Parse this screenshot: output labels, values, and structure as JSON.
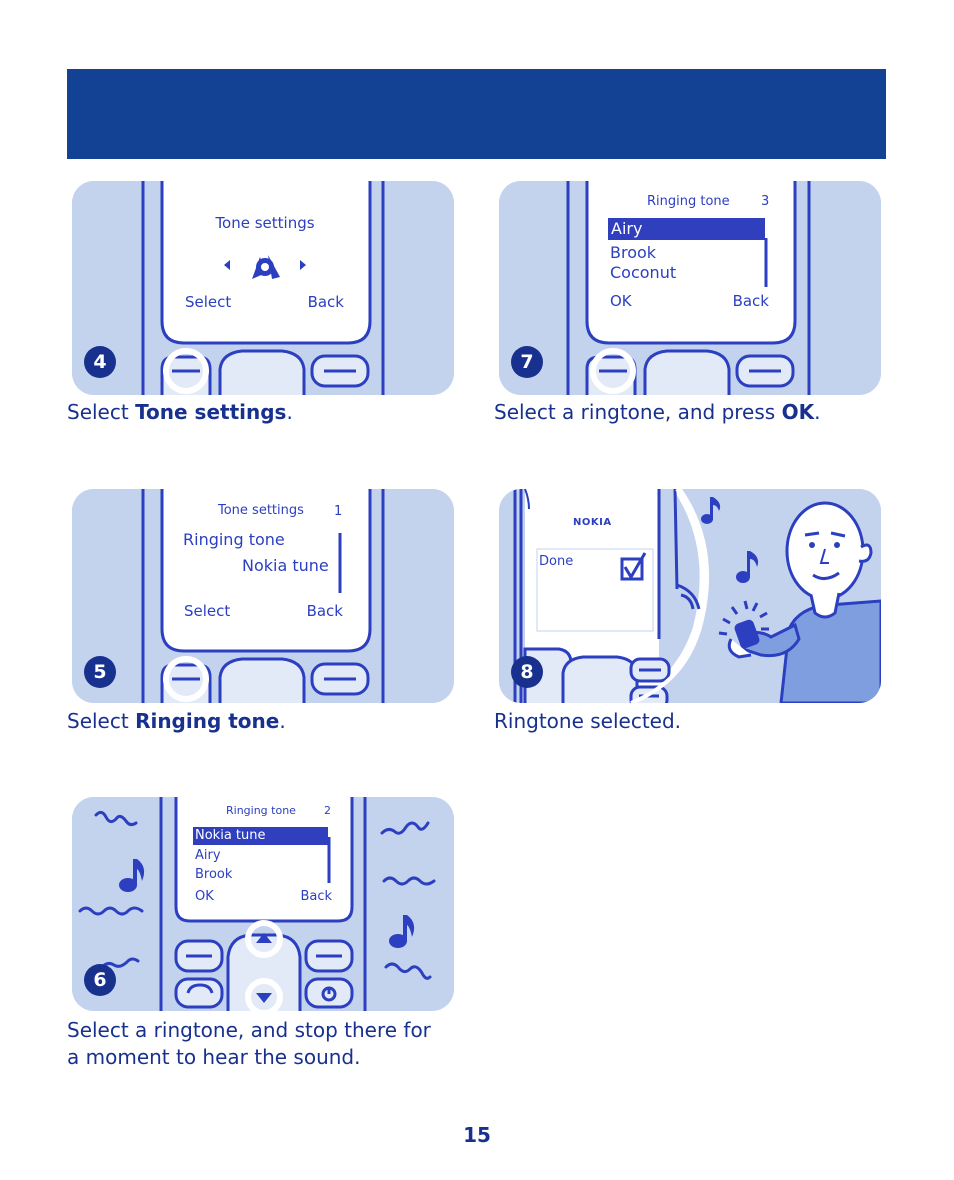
{
  "page_number": "15",
  "colors": {
    "header_blue": "#134193",
    "panel_blue": "#c3d3ee",
    "ink_blue": "#18318e",
    "line_blue": "#2b3fc0",
    "highlight": "#2f3fbe"
  },
  "steps": [
    {
      "number": "4",
      "caption_pre": "Select ",
      "caption_bold": "Tone settings",
      "caption_post": ".",
      "screen": {
        "title": "Tone settings",
        "left_softkey": "Select",
        "right_softkey": "Back",
        "icon": "tone-settings-icon"
      }
    },
    {
      "number": "7",
      "caption_pre": "Select a ringtone, and press ",
      "caption_bold": "OK",
      "caption_post": ".",
      "screen": {
        "title": "Ringing tone",
        "counter": "3",
        "items": [
          "Airy",
          "Brook",
          "Coconut"
        ],
        "left_softkey": "OK",
        "right_softkey": "Back"
      }
    },
    {
      "number": "5",
      "caption_pre": "Select ",
      "caption_bold": "Ringing tone",
      "caption_post": ".",
      "screen": {
        "title": "Tone settings",
        "counter": "1",
        "item": "Ringing tone",
        "subitem": "Nokia tune",
        "left_softkey": "Select",
        "right_softkey": "Back"
      }
    },
    {
      "number": "8",
      "caption_pre": "Ringtone selected.",
      "screen": {
        "brand": "NOKIA",
        "message": "Done"
      }
    },
    {
      "number": "6",
      "caption_line1": "Select a ringtone, and stop there for",
      "caption_line2": "a moment to hear the sound.",
      "screen": {
        "title": "Ringing tone",
        "counter": "2",
        "items": [
          "Nokia tune",
          "Airy",
          "Brook"
        ],
        "left_softkey": "OK",
        "right_softkey": "Back"
      }
    }
  ]
}
